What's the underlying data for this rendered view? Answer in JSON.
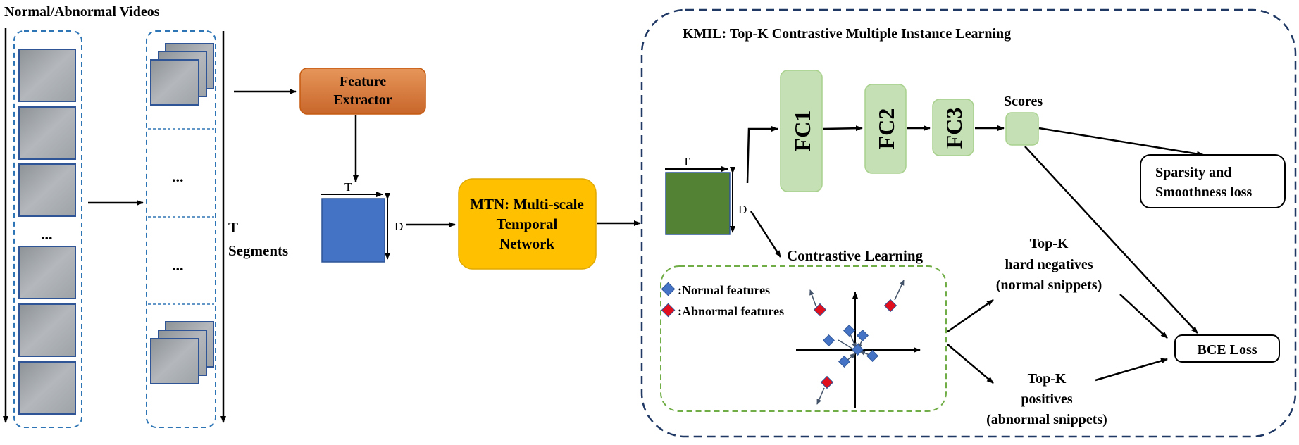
{
  "input": {
    "title": "Normal/Abnormal Videos",
    "ellipsis": "...",
    "segments_label_line1": "T",
    "segments_label_line2": "Segments"
  },
  "feature_extractor": {
    "line1": "Feature",
    "line2": "Extractor",
    "color_top": "#e7965a",
    "color_bottom": "#c8662b"
  },
  "feature_map": {
    "t_label": "T",
    "d_label": "D",
    "color": "#4472c4"
  },
  "mtn": {
    "line1": "MTN: Multi-scale",
    "line2": "Temporal",
    "line3": "Network",
    "color": "#ffc000"
  },
  "kmil": {
    "title": "KMIL: Top-K  Contrastive Multiple Instance Learning",
    "border_color": "#1f3864",
    "feature_t_label": "T",
    "feature_d_label": "D",
    "feature_color": "#548235",
    "fc_labels": [
      "FC1",
      "FC2",
      "FC3"
    ],
    "fc_color": "#c5e0b4",
    "scores_label": "Scores",
    "sparsity_line1": "Sparsity and",
    "sparsity_line2": "Smoothness loss",
    "contrastive_title": "Contrastive Learning",
    "legend_normal": ":Normal features",
    "legend_abnormal": ":Abnormal features",
    "normal_color": "#4472c4",
    "abnormal_color": "#e0101e",
    "contrastive_border": "#70ad47",
    "neg_line1": "Top-K",
    "neg_line2": "hard negatives",
    "neg_line3": "(normal snippets)",
    "pos_line1": "Top-K",
    "pos_line2": "positives",
    "pos_line3": "(abnormal snippets)",
    "bce_label": "BCE Loss"
  }
}
